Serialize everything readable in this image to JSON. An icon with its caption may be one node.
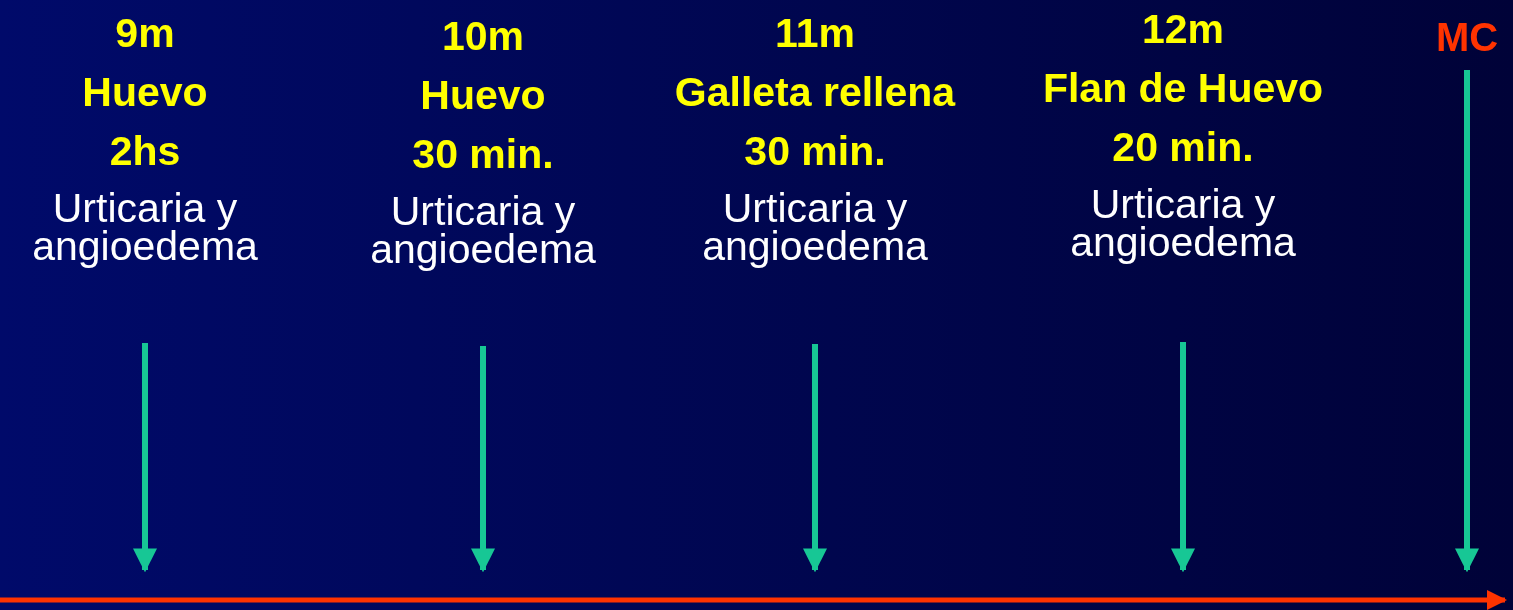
{
  "diagram": {
    "nodes": [
      {
        "text": [
          "9m",
          "Huevo",
          "2hs",
          "Urticaria y angioedema"
        ]
      },
      {
        "text": [
          "10m",
          "Huevo",
          "30 min.",
          "Urticaria y angioedema"
        ]
      },
      {
        "text": [
          "11m",
          "Galleta rellena",
          "30 min.",
          "Urticaria y angioedema"
        ]
      },
      {
        "text": [
          "12m",
          "Flan de Huevo",
          "20 min.",
          "Urticaria y angioedema"
        ]
      },
      {
        "text": [
          "MC"
        ]
      }
    ],
    "edges": [
      {
        "from": 0,
        "to": null,
        "arrow": "to"
      },
      {
        "from": 1,
        "to": null,
        "arrow": "to"
      },
      {
        "from": 2,
        "to": null,
        "arrow": "to"
      },
      {
        "from": 3,
        "to": null,
        "arrow": "to"
      },
      {
        "from": 4,
        "to": null,
        "arrow": "to"
      }
    ]
  }
}
